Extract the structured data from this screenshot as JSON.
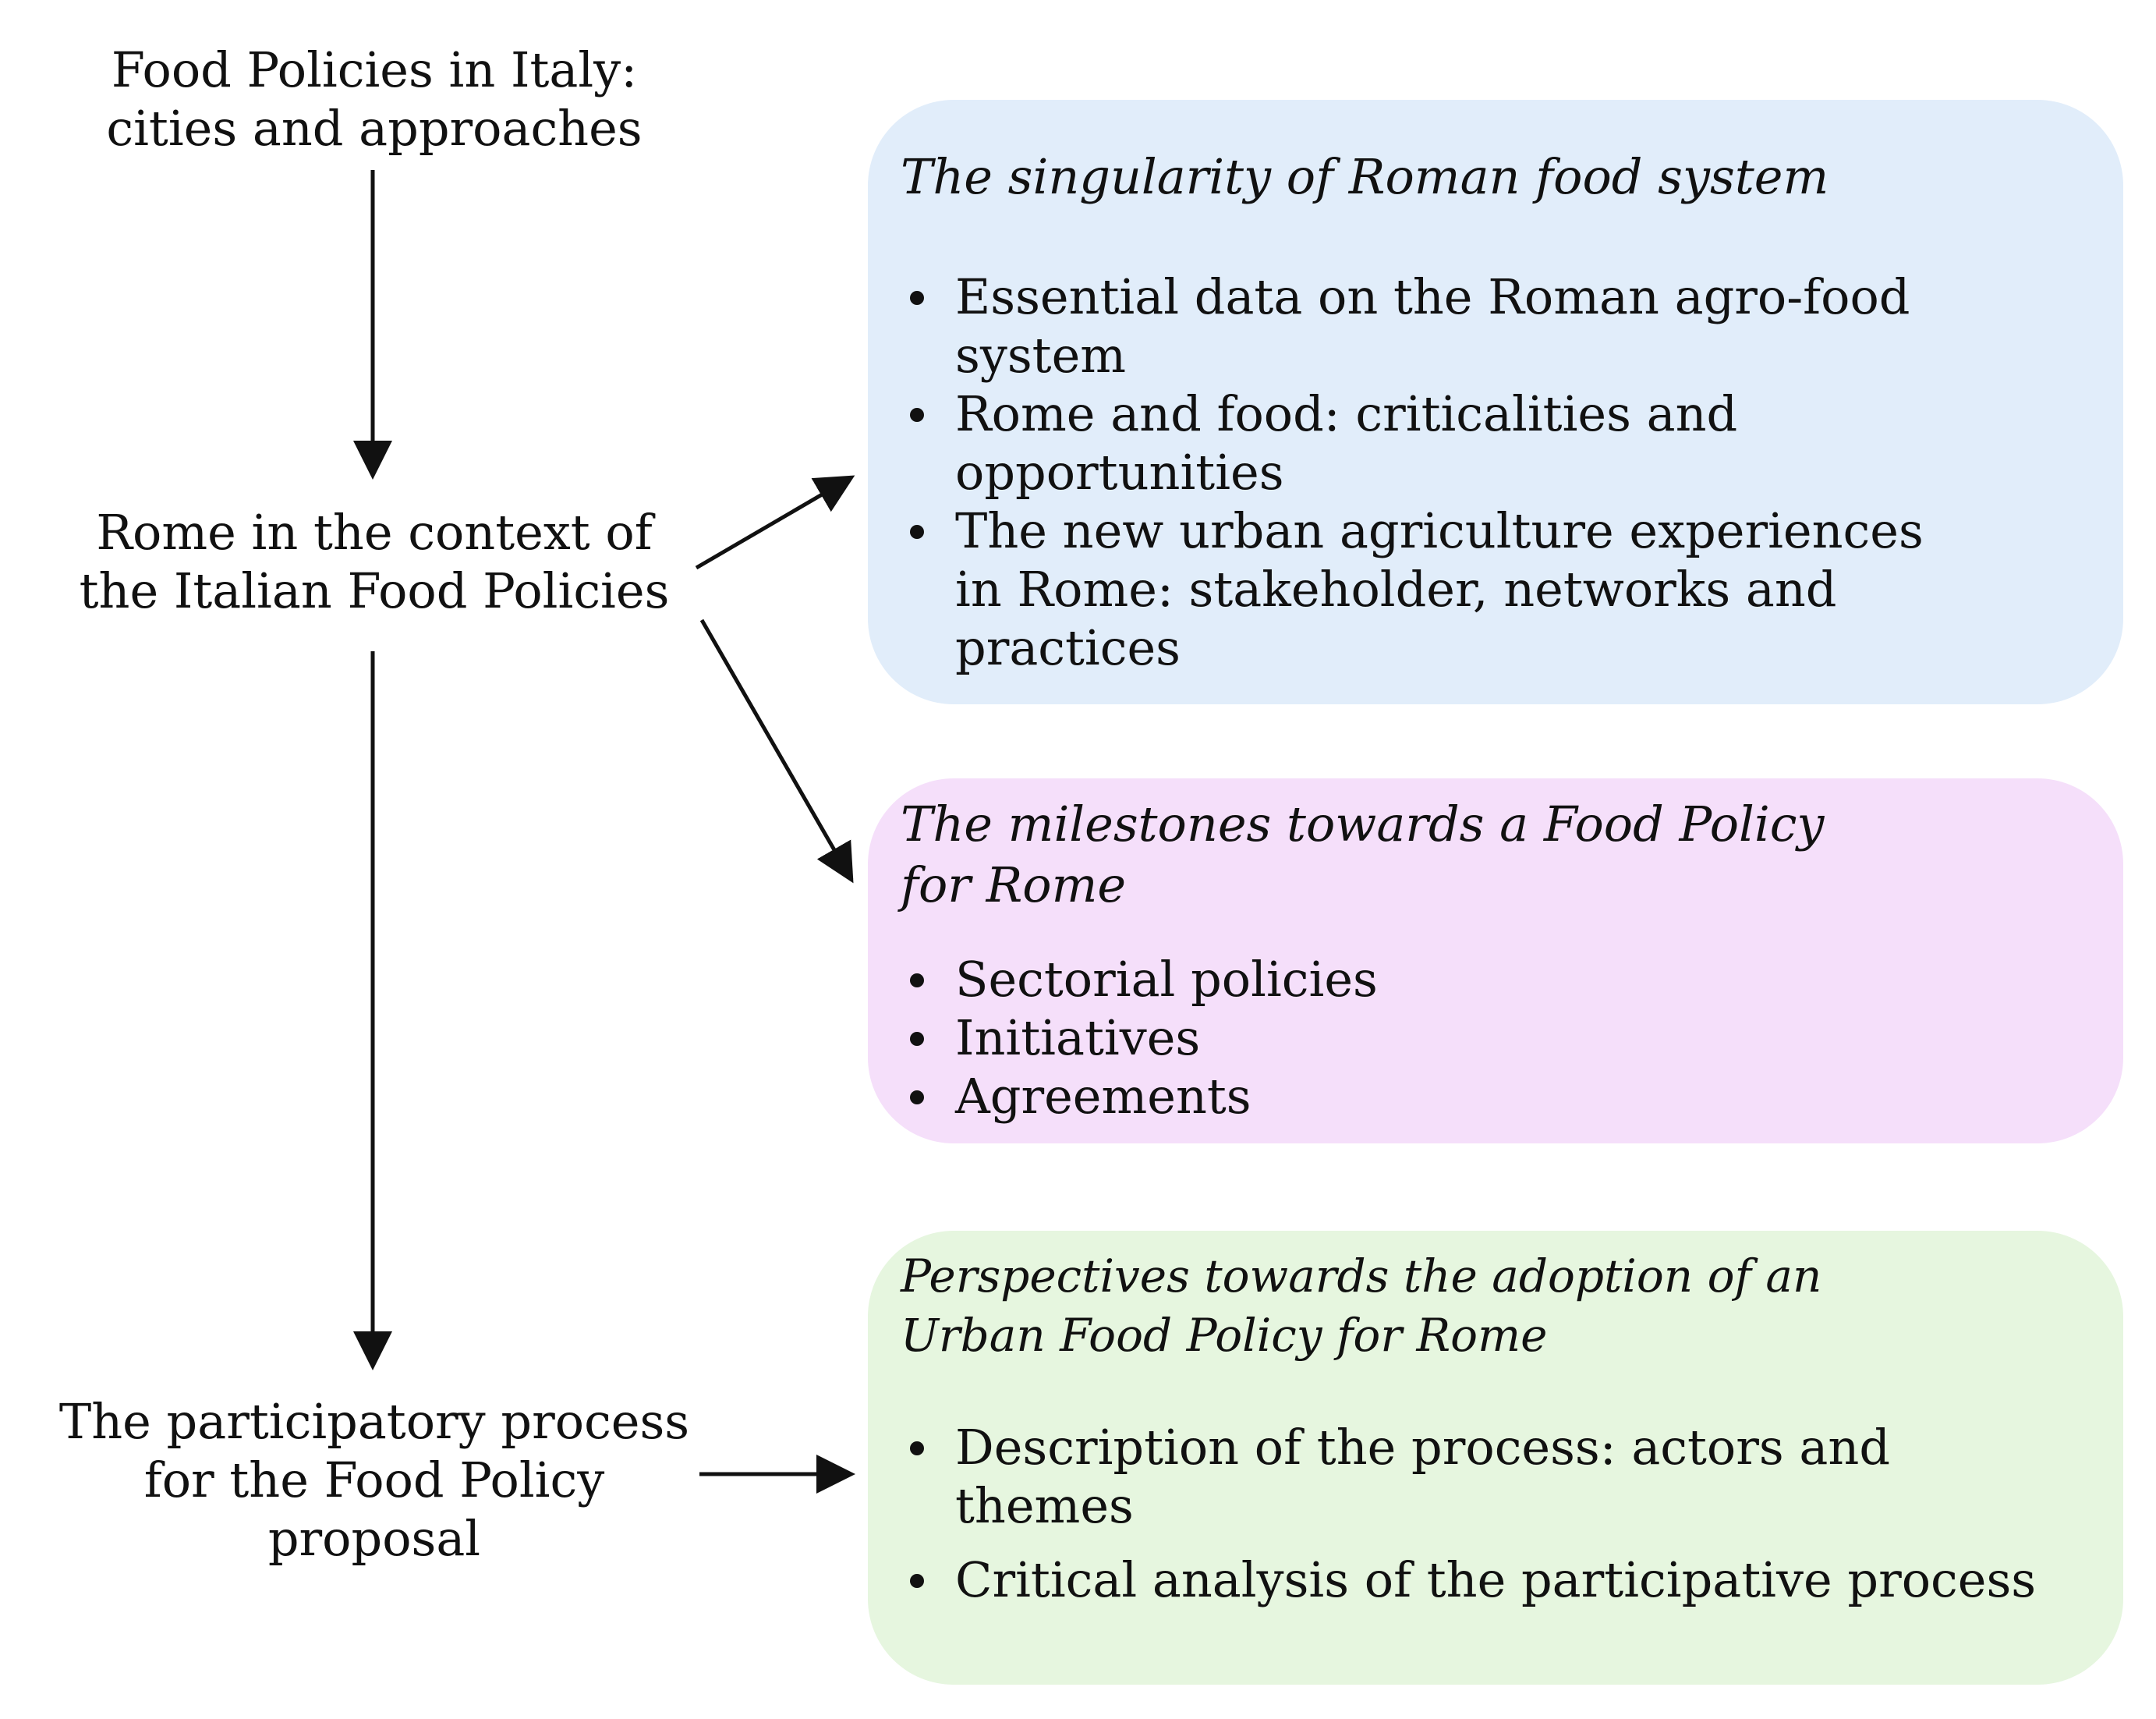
{
  "diagram": {
    "nodes": [
      {
        "id": "food-policies-italy",
        "lines": [
          "Food Policies in Italy:",
          "cities and approaches"
        ]
      },
      {
        "id": "rome-context",
        "lines": [
          "Rome in the context of",
          "the Italian Food Policies"
        ]
      },
      {
        "id": "participatory-process",
        "lines": [
          "The participatory process",
          "for the Food Policy",
          "proposal"
        ]
      }
    ],
    "boxes": [
      {
        "id": "singularity",
        "color": "#e1edfa",
        "title_lines": [
          "The singularity of Roman food system"
        ],
        "items": [
          {
            "lines": [
              "Essential data on the Roman agro-food",
              "system"
            ]
          },
          {
            "lines": [
              "Rome and food: criticalities and",
              "opportunities"
            ]
          },
          {
            "lines": [
              "The new urban agriculture experiences",
              "in Rome: stakeholder, networks and",
              "practices"
            ]
          }
        ]
      },
      {
        "id": "milestones",
        "color": "#f5dffa",
        "title_lines": [
          "The milestones towards a Food Policy",
          "for Rome"
        ],
        "items": [
          {
            "lines": [
              "Sectorial policies"
            ]
          },
          {
            "lines": [
              "Initiatives"
            ]
          },
          {
            "lines": [
              "Agreements"
            ]
          }
        ]
      },
      {
        "id": "perspectives",
        "color": "#e6f6df",
        "title_lines": [
          "Perspectives towards the adoption of an",
          "Urban Food Policy for Rome"
        ],
        "items": [
          {
            "lines": [
              "Description of the process: actors and",
              "themes"
            ]
          },
          {
            "lines": [
              "Critical analysis of the participative process"
            ]
          }
        ]
      }
    ],
    "edges": [
      {
        "from": "food-policies-italy",
        "to": "rome-context"
      },
      {
        "from": "rome-context",
        "to": "singularity"
      },
      {
        "from": "rome-context",
        "to": "milestones"
      },
      {
        "from": "rome-context",
        "to": "participatory-process"
      },
      {
        "from": "participatory-process",
        "to": "perspectives"
      }
    ]
  }
}
